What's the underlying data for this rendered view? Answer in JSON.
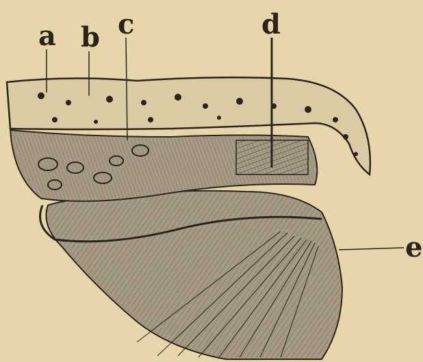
{
  "figure": {
    "labels": {
      "a": "a",
      "b": "b",
      "c": "c",
      "d": "d",
      "e": "e"
    },
    "colors": {
      "paper": "#e6d6a9",
      "ink": "#2a231b",
      "ink_light": "#6d6250",
      "tissue": "#a69a85",
      "tissue_dark": "#5e5546",
      "bone": "#d9cba3"
    }
  }
}
